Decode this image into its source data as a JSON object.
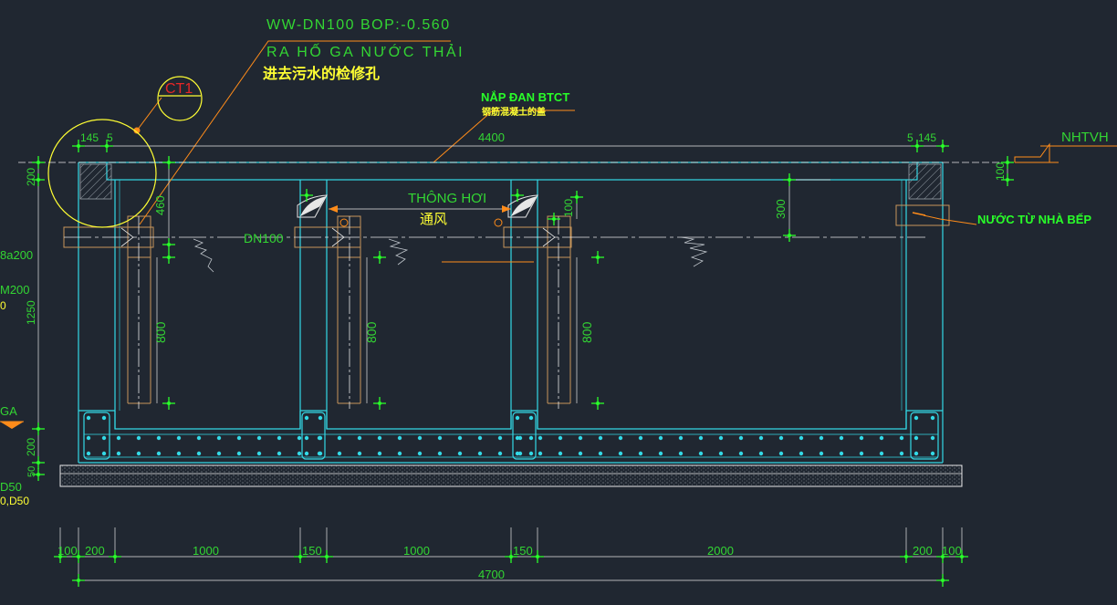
{
  "colors": {
    "background": "#202731",
    "cyan": "#33d9e6",
    "green": "#33d633",
    "bright_green": "#29ff29",
    "yellow": "#ffff33",
    "orange": "#ff8c1a",
    "red": "#e62626",
    "white": "#e6e6e6",
    "gray": "#9aa3ab",
    "tan": "#c8965a"
  },
  "annotations": {
    "pipe_label": "WW-DN100 BOP:-0.560",
    "pipe_label_vn": "RA HỐ GA NƯỚC THẢI",
    "pipe_label_cn": "进去污水的检修孔",
    "detail_callout": "CT1",
    "cover_label": "NẮP ĐAN BTCT",
    "cover_label_cn": "钢筋混凝土的盖",
    "level_label": "NHTVH",
    "vent_label": "THÔNG HƠI",
    "vent_label_cn": "通风",
    "pipe_size": "DN100",
    "inlet_label": "NƯỚC TỪ NHÀ BẾP",
    "left_cut_1": "8a200",
    "left_cut_2": "M200",
    "left_cut_3": "0",
    "left_cut_4": "GA",
    "left_cut_5": "D50",
    "left_cut_6": "0,D50"
  },
  "dimensions": {
    "top_left_a": "145",
    "top_left_b": "5",
    "top_total": "4400",
    "top_right_a": "5",
    "top_right_b": "145",
    "right_cover": "100",
    "left_cover": "200",
    "left_wall": "1250",
    "left_base": "200",
    "left_lean": "50",
    "pipe_drop": "460",
    "tee_1": "800",
    "tee_2": "800",
    "tee_3": "800",
    "tee_3_top": "100",
    "vent_drop": "300",
    "bottom": [
      "100",
      "200",
      "1000",
      "150",
      "1000",
      "150",
      "2000",
      "200",
      "100"
    ],
    "bottom_total": "4700"
  }
}
